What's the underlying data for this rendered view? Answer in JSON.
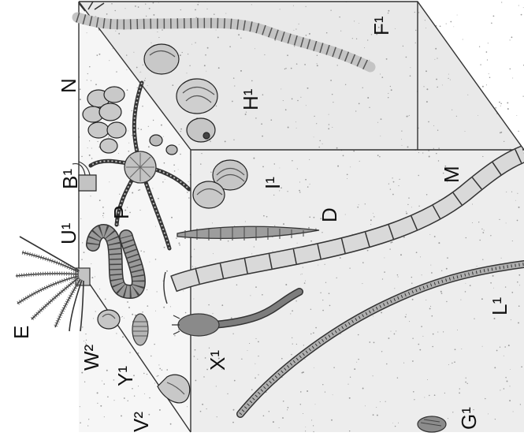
{
  "labels": {
    "E": "E",
    "W2": "W²",
    "Y1": "Y¹",
    "V2": "V²",
    "X1": "X¹",
    "U1": "U¹",
    "P": "P",
    "B1": "B¹",
    "N": "N",
    "H1": "H¹",
    "F1": "F¹",
    "I1": "I¹",
    "D": "D",
    "M": "M",
    "L1": "L¹",
    "G1": "G¹"
  },
  "colors": {
    "sediment": "#ececec",
    "organism_fill": "#bdbdbd",
    "organism_dark": "#7a7a7a",
    "outline": "#333333",
    "speckle": "#9a9a9a"
  }
}
